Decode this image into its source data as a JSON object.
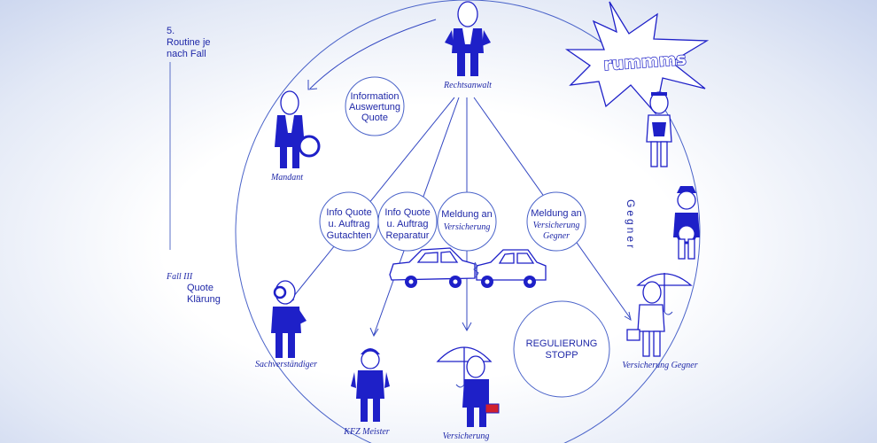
{
  "side_note": {
    "step_lines": [
      "5.",
      "Routine je",
      "nach Fall"
    ],
    "fall_label": "Fall III",
    "fall_lines": [
      "Quote",
      "Klärung"
    ]
  },
  "burst": {
    "text": "rummms"
  },
  "vertical_label": "Gegner",
  "bubbles": {
    "info_auswertung": [
      "Information",
      "Auswertung",
      "Quote"
    ],
    "info_gutachten": [
      "Info Quote",
      "u. Auftrag",
      "Gutachten"
    ],
    "info_reparatur": [
      "Info Quote",
      "u. Auftrag",
      "Reparatur"
    ],
    "meldung_versicherung": {
      "line1": "Meldung an",
      "line2": "Versicherung"
    },
    "meldung_gegner": {
      "line1": "Meldung an",
      "lines_italic": [
        "Versicherung",
        "Gegner"
      ]
    },
    "regulierung": [
      "REGULIERUNG",
      "STOPP"
    ]
  },
  "figures": {
    "rechtsanwalt": "Rechtsanwalt",
    "mandant": "Mandant",
    "sachverstaendiger": "Sachverständiger",
    "kfz_meister": "KFZ Meister",
    "versicherung": "Versicherung",
    "versicherung_gegner": "Versicherung Gegner"
  },
  "colors": {
    "ink": "#1f28a8",
    "figure": "#1e20c8",
    "accent_red": "#d0202e"
  }
}
